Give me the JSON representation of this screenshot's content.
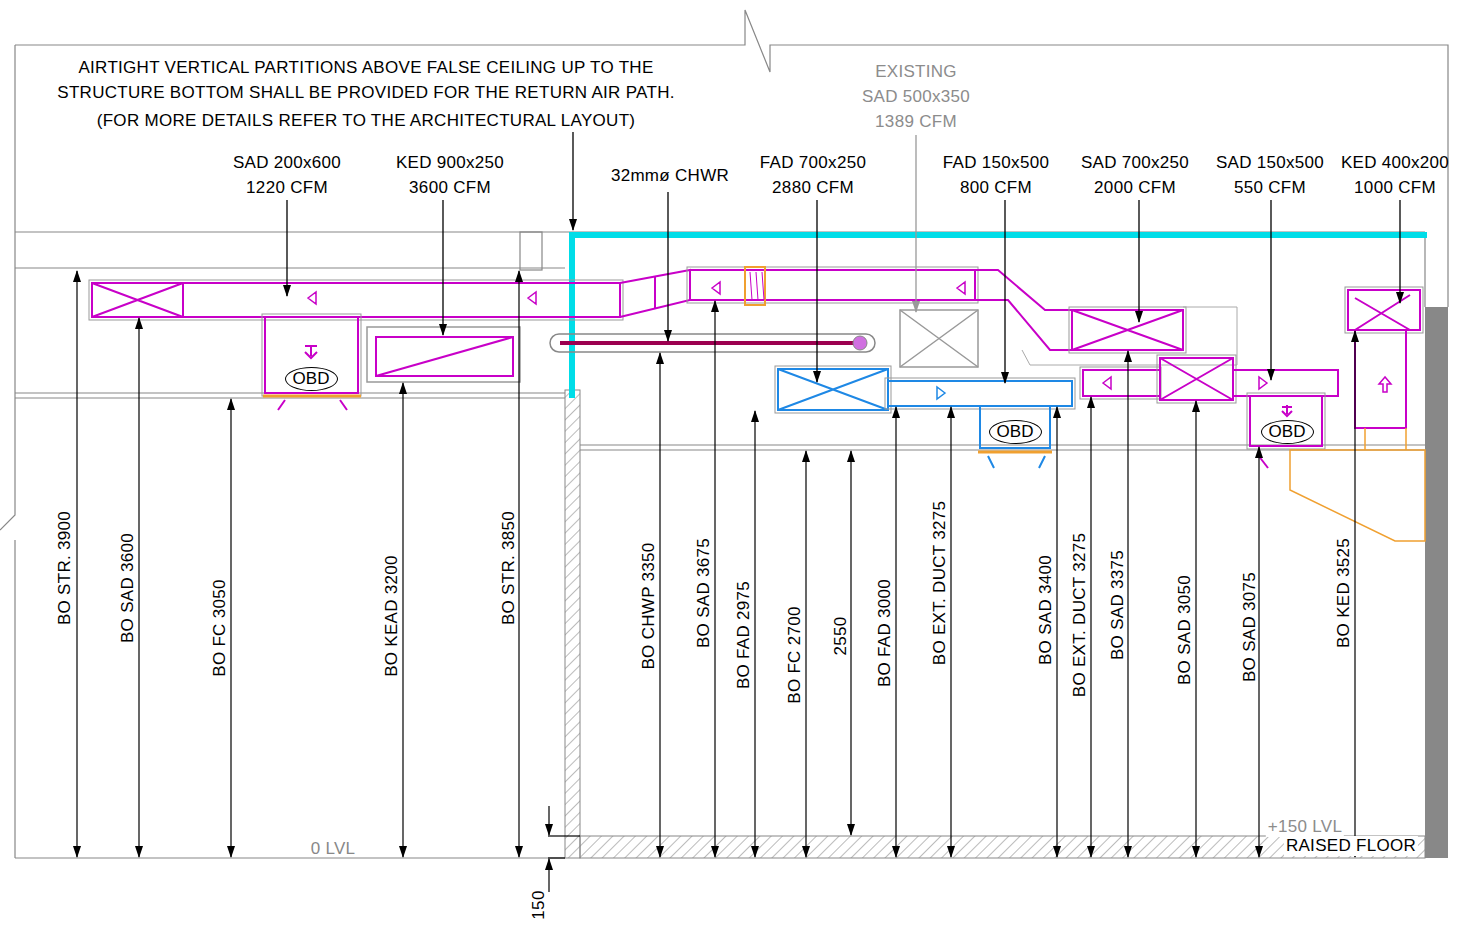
{
  "diagram": {
    "nodes": [
      {
        "text": [
          "OBD"
        ]
      },
      {
        "text": [
          "OBD"
        ]
      },
      {
        "text": [
          "OBD"
        ]
      }
    ],
    "labels": [
      "AIRTIGHT VERTICAL PARTITIONS ABOVE FALSE CEILING UP TO THE",
      "STRUCTURE BOTTOM SHALL BE PROVIDED FOR THE RETURN AIR PATH.",
      "(FOR MORE DETAILS REFER TO THE ARCHITECTURAL LAYOUT)",
      "EXISTING",
      "SAD 500x350",
      "1389 CFM",
      "SAD 200x600",
      "1220 CFM",
      "KED 900x250",
      "3600 CFM",
      "32mmø CHWR",
      "FAD 700x250",
      "2880 CFM",
      "FAD 150x500",
      "800 CFM",
      "SAD 700x250",
      "2000 CFM",
      "SAD 150x500",
      "550 CFM",
      "KED 400x200",
      "1000 CFM",
      "BO STR. 3900",
      "BO SAD 3600",
      "BO FC 3050",
      "BO KEAD 3200",
      "BO STR. 3850",
      "BO CHWP 3350",
      "BO SAD 3675",
      "BO FAD 2975",
      "BO FC 2700",
      "2550",
      "BO FAD 3000",
      "BO EXT. DUCT 3275",
      "BO SAD 3400",
      "BO EXT. DUCT 3275",
      "BO SAD 3375",
      "BO SAD 3050",
      "BO SAD 3075",
      "BO KED 3525",
      "150",
      "0 LVL",
      "+150 LVL",
      "RAISED FLOOR"
    ]
  }
}
